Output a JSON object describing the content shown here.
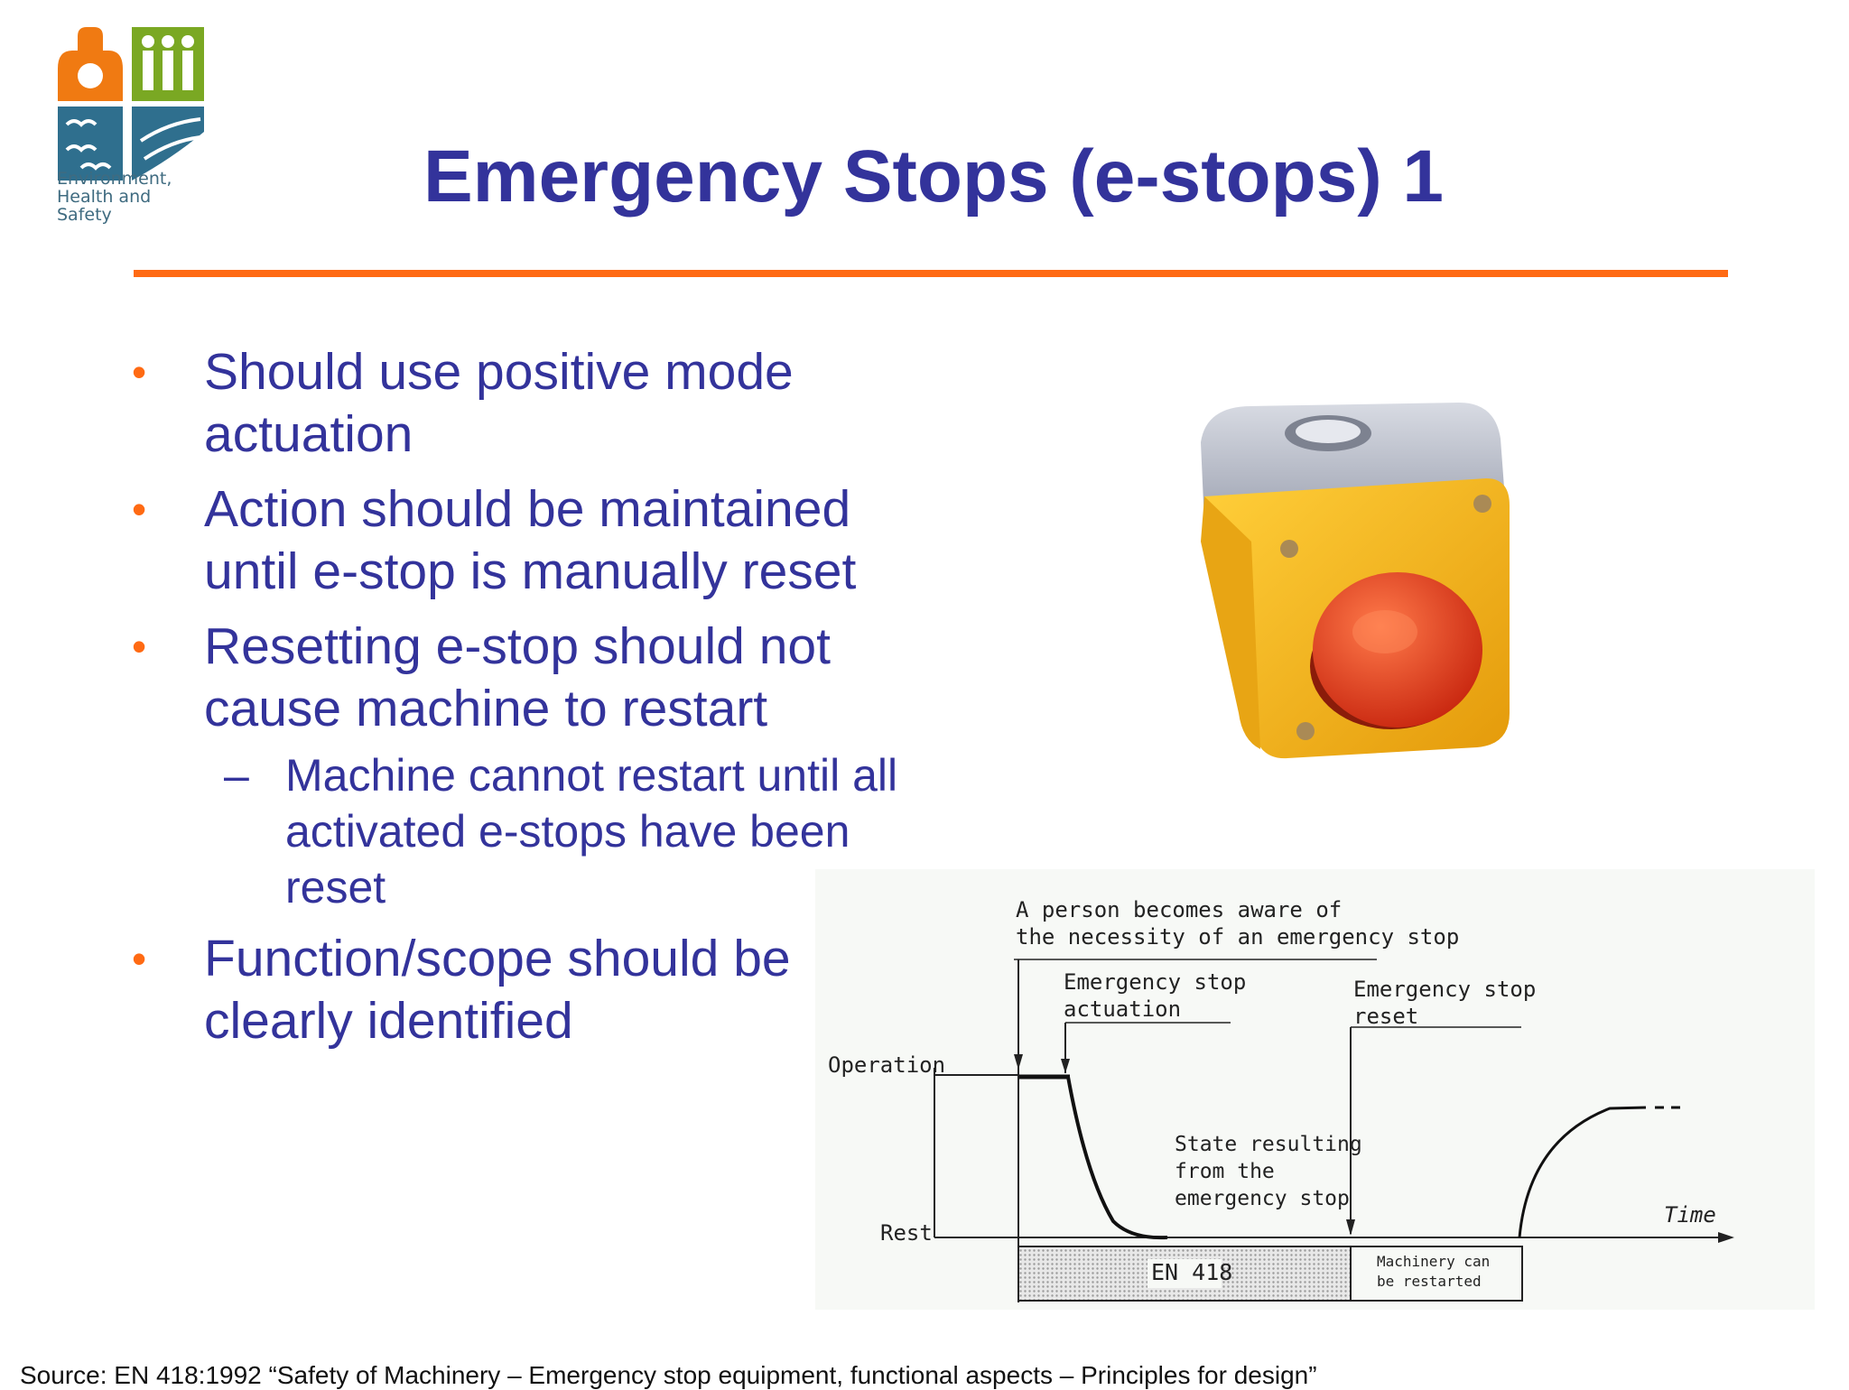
{
  "logo": {
    "line1": "Environment,",
    "line2": "Health and",
    "line3": "Safety",
    "colors": {
      "orange": "#f07a12",
      "green": "#7aa823",
      "blue": "#2f6f8e"
    }
  },
  "title": "Emergency Stops (e-stops) 1",
  "accent_color": "#ff6a13",
  "text_color": "#33339b",
  "bullets": [
    {
      "text": "Should use positive mode actuation"
    },
    {
      "text": "Action should be maintained until e-stop is manually reset"
    },
    {
      "text": "Resetting e-stop should not cause machine to restart"
    },
    {
      "text": "Function/scope should be clearly identified"
    }
  ],
  "sub_bullet": {
    "text": "Machine cannot restart until all activated e-stops have been reset"
  },
  "bullet_symbol": "•",
  "dash_symbol": "–",
  "photo": {
    "icon": "emergency-stop-button-photo"
  },
  "diagram": {
    "label_aware_1": "A person becomes aware of",
    "label_aware_2": "the necessity of an emergency stop",
    "label_actuation_1": "Emergency stop",
    "label_actuation_2": "actuation",
    "label_reset_1": "Emergency stop",
    "label_reset_2": "reset",
    "label_operation": "Operation",
    "label_rest": "Rest",
    "label_state_1": "State resulting",
    "label_state_2": "from the",
    "label_state_3": "emergency stop",
    "label_time": "Time",
    "label_en": "EN 418",
    "label_restart_1": "Machinery can",
    "label_restart_2": "be restarted"
  },
  "source": "Source: EN 418:1992 “Safety of Machinery – Emergency stop equipment, functional aspects – Principles for design”"
}
